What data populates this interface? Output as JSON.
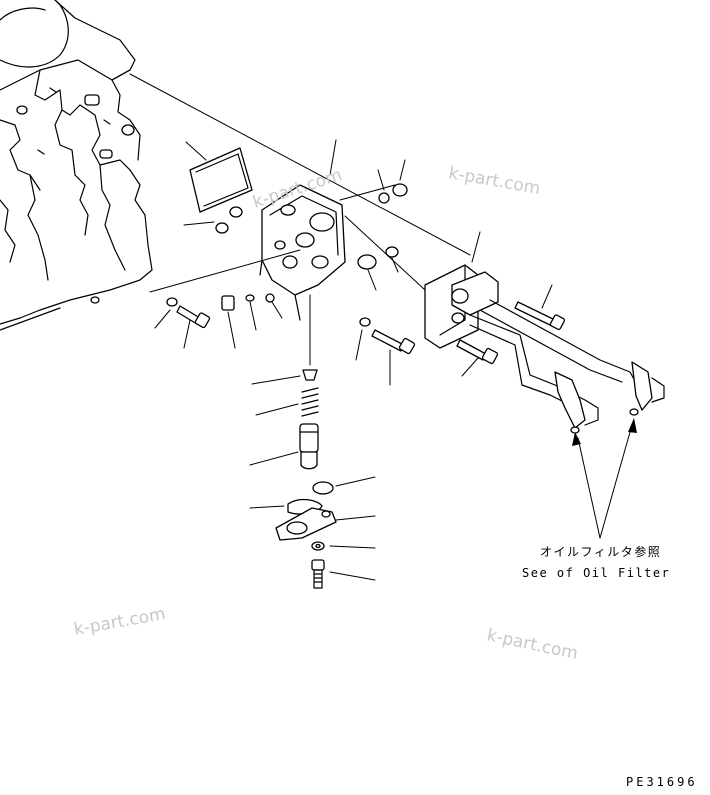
{
  "callout": {
    "reference_jp": "オイルフィルタ参照",
    "reference_en": "See of Oil Filter"
  },
  "drawing_code": "PE31696",
  "watermarks": [
    "k-part.com",
    "k-part.com",
    "k-part.com",
    "k-part.com"
  ]
}
